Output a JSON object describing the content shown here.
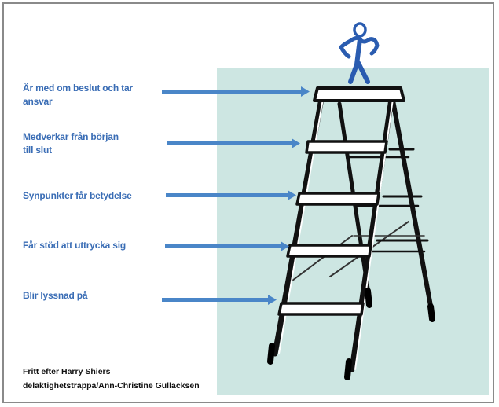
{
  "steps": [
    {
      "line1": "Är med om beslut och tar",
      "line2": "ansvar"
    },
    {
      "line1": "Medverkar från början",
      "line2": "till slut"
    },
    {
      "line1": "Synpunkter får betydelse",
      "line2": ""
    },
    {
      "line1": "Får stöd att uttrycka sig",
      "line2": ""
    },
    {
      "line1": "Blir lyssnad på",
      "line2": ""
    }
  ],
  "credit": {
    "line1": "Fritt efter Harry Shiers",
    "line2": "delaktighetstrappa/Ann-Christine Gullacksen"
  },
  "colors": {
    "background_panel": "#cde6e2",
    "label_text": "#3a6db5",
    "arrow": "#4a86c8",
    "figure": "#2a5cb0",
    "ladder": "#111111"
  }
}
